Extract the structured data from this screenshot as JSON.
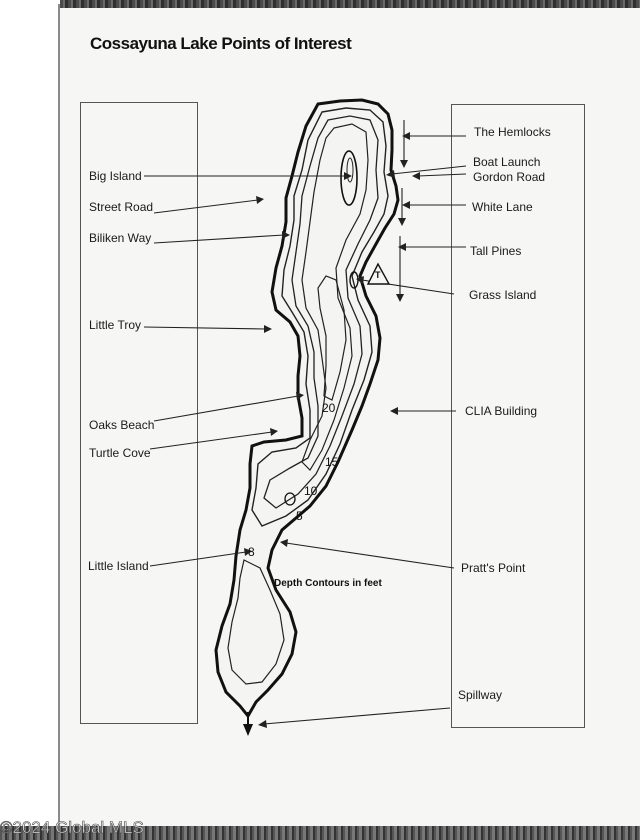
{
  "title": "Cossayuna Lake Points of Interest",
  "left_labels": {
    "big_island": "Big Island",
    "street_road": "Street Road",
    "biliken_way": "Biliken Way",
    "little_troy": "Little Troy",
    "oaks_beach": "Oaks Beach",
    "turtle_cove": "Turtle Cove",
    "little_island": "Little Island"
  },
  "right_labels": {
    "the_hemlocks": "The Hemlocks",
    "boat_launch": "Boat Launch",
    "gordon_road": "Gordon Road",
    "white_lane": "White Lane",
    "tall_pines": "Tall Pines",
    "grass_island": "Grass Island",
    "clia_building": "CLIA Building",
    "pratts_point": "Pratt's Point",
    "spillway": "Spillway"
  },
  "contours": {
    "c20": "20",
    "c15": "15",
    "c10": "10",
    "c5": "5",
    "c8": "8"
  },
  "legend_text": "Depth Contours in feet",
  "launch_symbol": "T",
  "watermark": "©2024 Global MLS"
}
